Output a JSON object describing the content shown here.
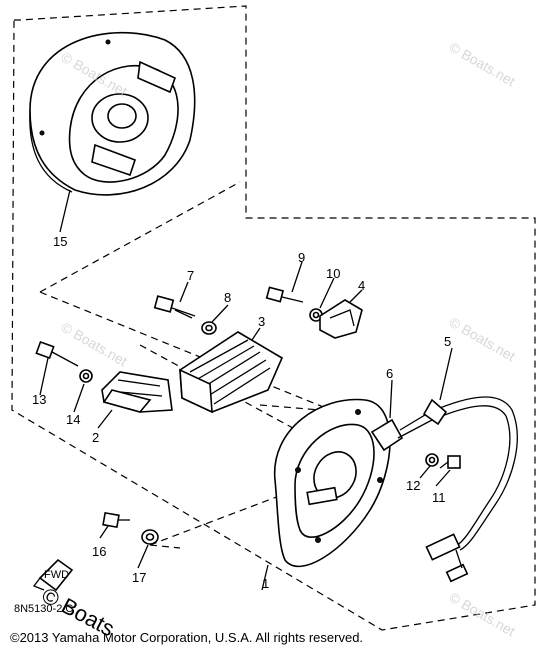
{
  "diagram": {
    "callouts": [
      "1",
      "2",
      "3",
      "4",
      "5",
      "6",
      "7",
      "8",
      "9",
      "10",
      "11",
      "12",
      "13",
      "14",
      "15",
      "16",
      "17"
    ],
    "part_code": "8N5130-2 C",
    "front_label": "FWD",
    "watermark": "© Boats.net",
    "watermark_big": "© Boats",
    "copyright": "©2013 Yamaha Motor Corporation, U.S.A. All rights reserved."
  }
}
